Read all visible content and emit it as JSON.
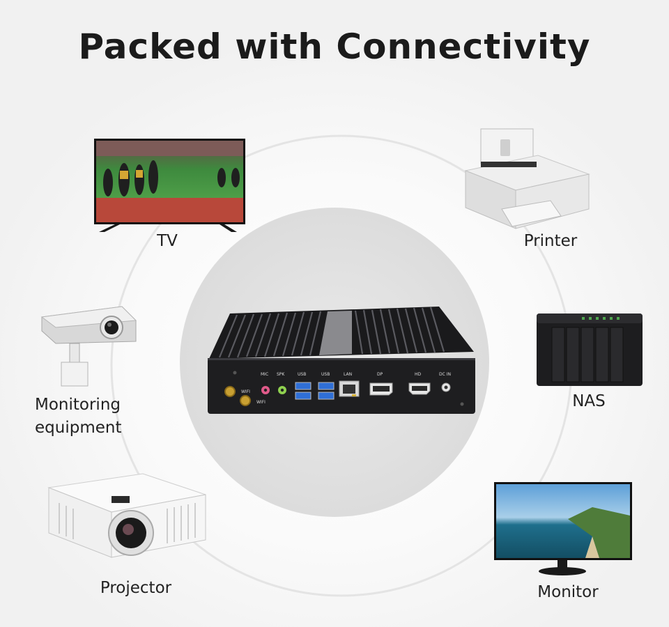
{
  "title": "Packed with Connectivity",
  "devices": {
    "tv": "TV",
    "printer": "Printer",
    "monitoring_line1": "Monitoring",
    "monitoring_line2": "equipment",
    "nas": "NAS",
    "projector": "Projector",
    "monitor": "Monitor"
  },
  "ports": {
    "mic": "MIC",
    "spk": "SPK",
    "usb1": "USB",
    "usb2": "USB",
    "lan": "LAN",
    "dp": "DP",
    "hd": "HD",
    "dc_in": "DC IN",
    "wifi1": "WIFI",
    "wifi2": "WIFI"
  },
  "colors": {
    "mic_jack": "#e05a8a",
    "spk_jack": "#8fd14f",
    "usb_port": "#2f6fd6",
    "chassis": "#1e1e20"
  }
}
